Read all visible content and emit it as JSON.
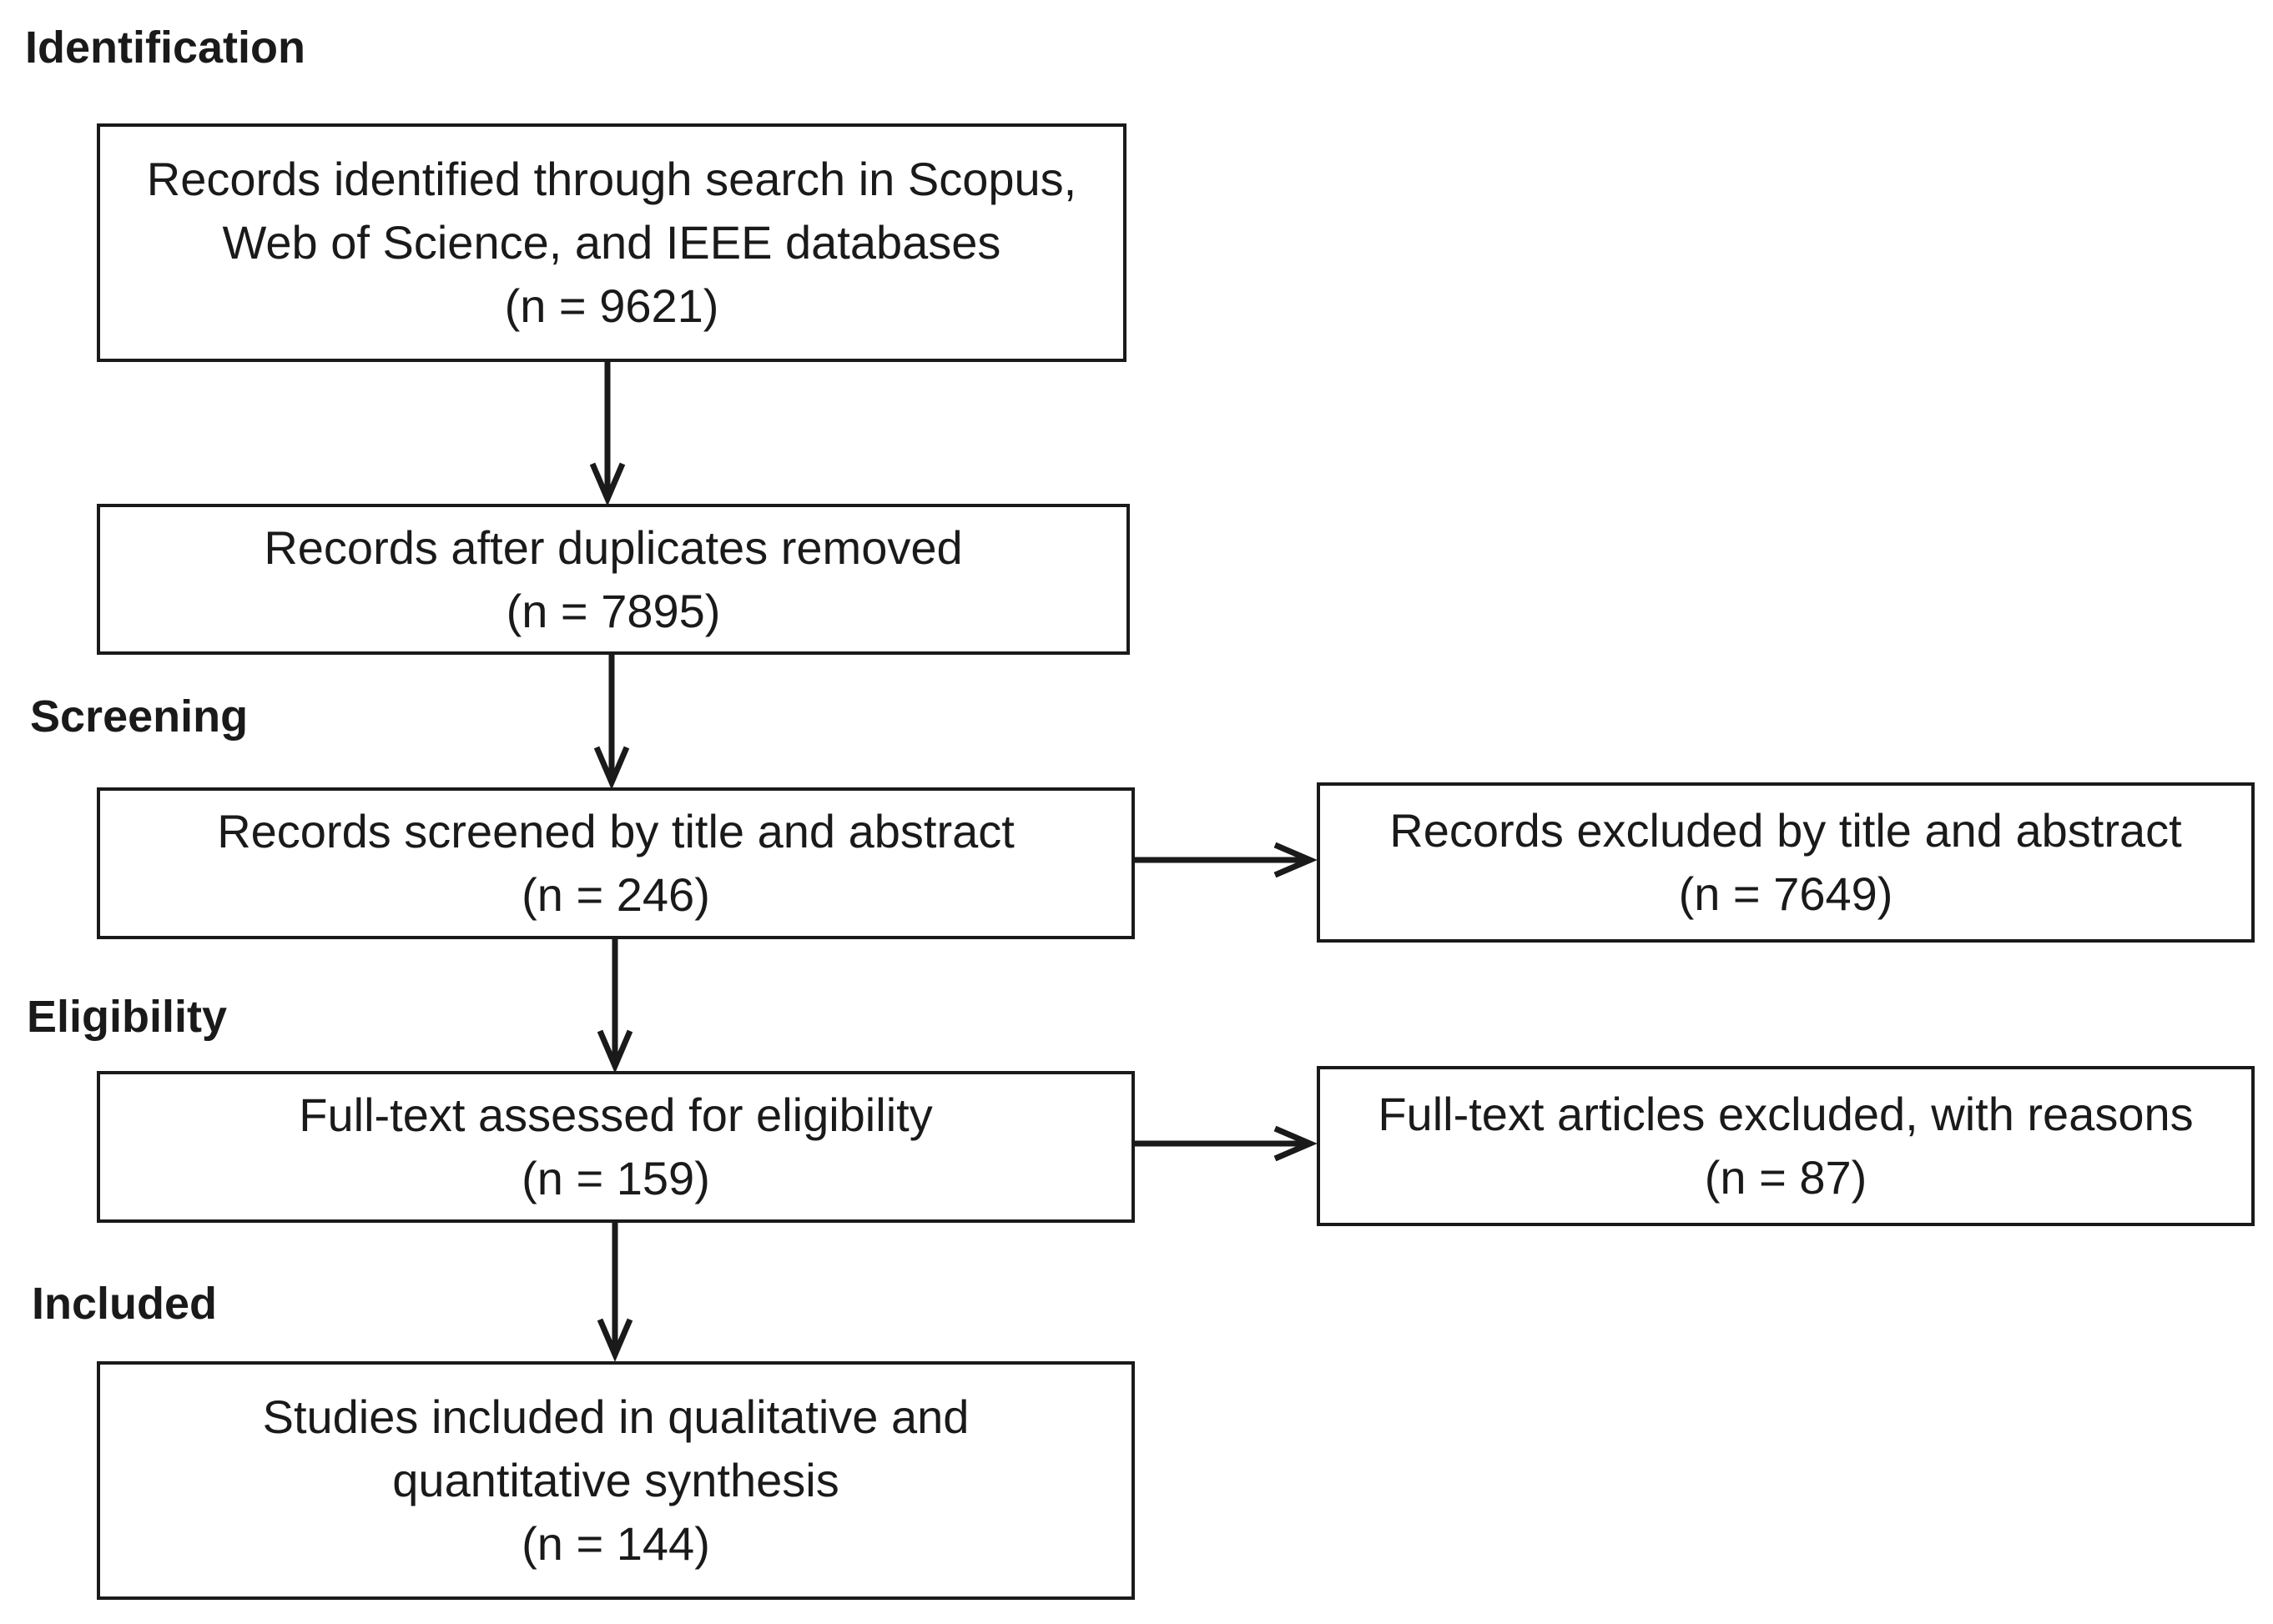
{
  "stages": {
    "identification": "Identification",
    "screening": "Screening",
    "eligibility": "Eligibility",
    "included": "Included"
  },
  "boxes": {
    "identified": {
      "lines": [
        "Records identified through search in Scopus,",
        "Web of Science, and IEEE databases",
        "(n = 9621)"
      ]
    },
    "duplicates_removed": {
      "lines": [
        "Records after duplicates removed",
        "(n = 7895)"
      ]
    },
    "screened": {
      "lines": [
        "Records screened by title and abstract",
        "(n = 246)"
      ]
    },
    "excluded_title_abstract": {
      "lines": [
        "Records excluded by title and abstract",
        "(n = 7649)"
      ]
    },
    "full_text_assessed": {
      "lines": [
        "Full-text assessed for eligibility",
        "(n = 159)"
      ]
    },
    "full_text_excluded": {
      "lines": [
        "Full-text articles excluded, with reasons",
        "(n = 87)"
      ]
    },
    "included_studies": {
      "lines": [
        "Studies included in qualitative and",
        "quantitative synthesis",
        "(n = 144)"
      ]
    }
  },
  "colors": {
    "stroke": "#1a1a1a",
    "background": "#ffffff"
  }
}
